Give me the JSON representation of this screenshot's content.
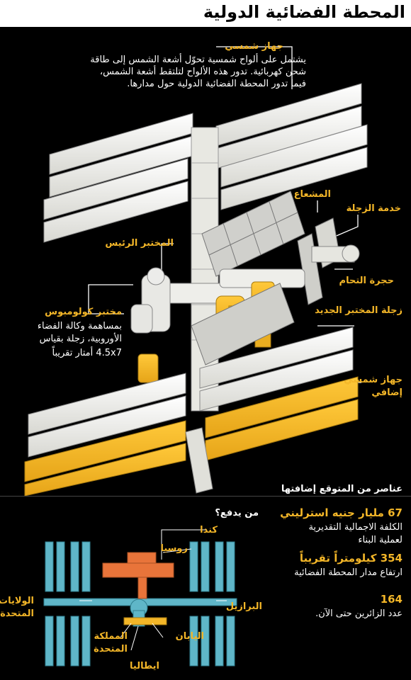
{
  "title": "المحطة الفضائية الدولية",
  "labels": {
    "solar_array": "جهاز شمسي",
    "solar_array_desc_1": "يشتمل على ألواح شمسية تحوّل أشعة الشمس إلى طاقة",
    "solar_array_desc_2": "شحن كهربائية. تدور هذه الألواح لتلتقط أشعة الشمس،",
    "solar_array_desc_3": "فيما تدور المحطة الفضائية الدولية حول مدارها.",
    "radiator": "المشعاع",
    "shuttle_service": "خدمة الزجلة",
    "main_lab": "المختبر الرئيس",
    "docking_room": "حجرة التحام",
    "columbus_lab": "مختبر كولومبوس",
    "columbus_desc_1": "بمساهمة وكالة الفضاء",
    "columbus_desc_2": "الأوروبية، زجلة بقياس",
    "columbus_desc_3": "4.5x7 أمتار تقريباً",
    "new_lab_shuttle": "زجلة المختبر الجديد",
    "extra_solar_1": "جهاز شمسي",
    "extra_solar_2": "إضافي",
    "expected_elements": "عناصر من المتوقع إضافتها"
  },
  "stats": [
    {
      "value": "67 مليار جنيه استرليني",
      "desc_1": "الكلفة الاجمالية التقديرية",
      "desc_2": "لعملية البناء"
    },
    {
      "value": "354 كيلومتراً تقريباً",
      "desc_1": "ارتفاع مدار المحطة الفضائية",
      "desc_2": ""
    },
    {
      "value": "164",
      "desc_1": "عدد الزائرين حتى الآن.",
      "desc_2": ""
    }
  ],
  "who_pays": {
    "question": "من يدفع؟",
    "canada": "كندا",
    "russia": "روسيا",
    "usa_1": "الولايات",
    "usa_2": "المتحدة",
    "brazil": "البرازيل",
    "uk_1": "المملكة",
    "uk_2": "المتحدة",
    "japan": "اليابان",
    "italy": "ايطاليا"
  },
  "colors": {
    "accent": "#f3b628",
    "panel_white": "#f2f2ee",
    "panel_blue": "#5fb6c8",
    "russia_orange": "#e8743a"
  }
}
